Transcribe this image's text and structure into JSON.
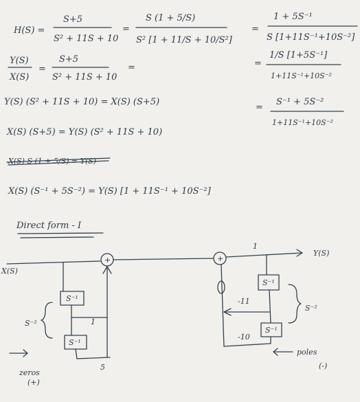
{
  "equations": {
    "h_lhs": "H(S) =",
    "h_num": "S+5",
    "h_den": "S² + 11S + 10",
    "h_eq2": "=",
    "h2_num": "S (1 + 5/S)",
    "h2_den": "S² [1 + 11/S + 10/S²]",
    "h_eq3": "=",
    "h3_num": "1 + 5S⁻¹",
    "h3_den": "S [1+11S⁻¹+10S⁻²]",
    "r_eq4": "=",
    "r4_num": "1/S [1+5S⁻¹]",
    "r4_den": "1+11S⁻¹+10S⁻²",
    "r_eq5": "=",
    "r5_num": "S⁻¹ + 5S⁻²",
    "r5_den": "1+11S⁻¹+10S⁻²",
    "ratio_num": "Y(S)",
    "ratio_den": "X(S)",
    "ratio_eq": "=",
    "ratio_rnum": "S+5",
    "ratio_rden": "S² + 11S + 10",
    "ratio_eq2": "=",
    "line1": "Y(S) (S² + 11S + 10) = X(S) (S+5)",
    "line2": "X(S) (S+5) = Y(S) (S² + 11S + 10)",
    "line3_struck": "X(S) S (1 + 5/S) = Y(S)",
    "line4": "X(S) (S⁻¹ + 5S⁻²) = Y(S) [1 + 11S⁻¹ + 10S⁻²]"
  },
  "heading": "Direct form - I",
  "diagram": {
    "input": "X(S)",
    "output": "Y(S)",
    "sum_symbol": "+",
    "zeros_delay1": "S⁻¹",
    "zeros_delay2": "S⁻¹",
    "zeros_brace": "S⁻²",
    "gain_one_left": "1",
    "gain_five": "5",
    "zeros_label": "zeros",
    "zeros_sign": "(+)",
    "gain_one_right": "1",
    "poles_delay1": "S⁻¹",
    "poles_delay2": "S⁻¹",
    "gain_minus11": "-11",
    "gain_minus10": "-10",
    "poles_brace": "S⁻²",
    "poles_label": "poles",
    "poles_sign": "(-)"
  }
}
